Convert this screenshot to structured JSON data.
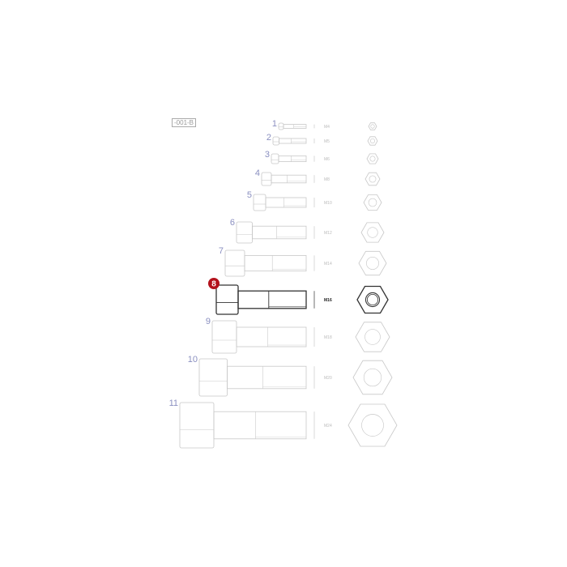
{
  "diagram": {
    "tag": "-001-B",
    "highlight_item": "8",
    "highlight_color": "#b3121c",
    "line_color": "#c8c8c8",
    "label_color": "#8a8fc0",
    "parts": [
      {
        "num": "1",
        "size": "M4"
      },
      {
        "num": "2",
        "size": "M5"
      },
      {
        "num": "3",
        "size": "M6"
      },
      {
        "num": "4",
        "size": "M8"
      },
      {
        "num": "5",
        "size": "M10"
      },
      {
        "num": "6",
        "size": "M12"
      },
      {
        "num": "7",
        "size": "M14"
      },
      {
        "num": "8",
        "size": "M16"
      },
      {
        "num": "9",
        "size": "M18"
      },
      {
        "num": "10",
        "size": "M20"
      },
      {
        "num": "11",
        "size": "M24"
      }
    ]
  }
}
